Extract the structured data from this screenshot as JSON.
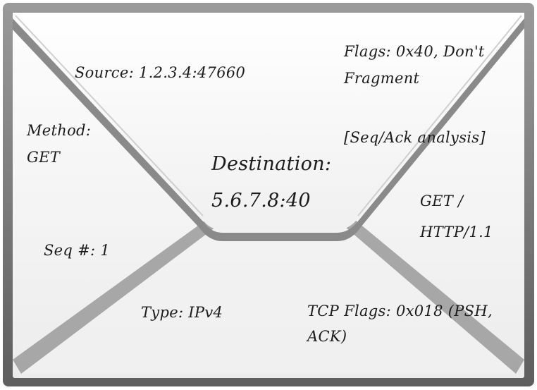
{
  "annotations": {
    "source": "Source: 1.2.3.4:47660",
    "flags_line1": "Flags: 0x40, Don't",
    "flags_line2": "Fragment",
    "method_line1": "Method:",
    "method_line2": "GET",
    "seq_ack": "[Seq/Ack analysis]",
    "destination_line1": "Destination:",
    "destination_line2": "5.6.7.8:40",
    "request_line1": "GET /",
    "request_line2": "HTTP/1.1",
    "seq": "Seq #: 1",
    "type": "Type: IPv4",
    "tcp_flags_line1": "TCP Flags: 0x018 (PSH,",
    "tcp_flags_line2": "ACK)"
  },
  "colors": {
    "envelope_frame": "#7b7b7b",
    "envelope_paper": "#f6f6f6",
    "fold_shadow": "#8a8a8a",
    "ink": "#1c1c1c"
  }
}
